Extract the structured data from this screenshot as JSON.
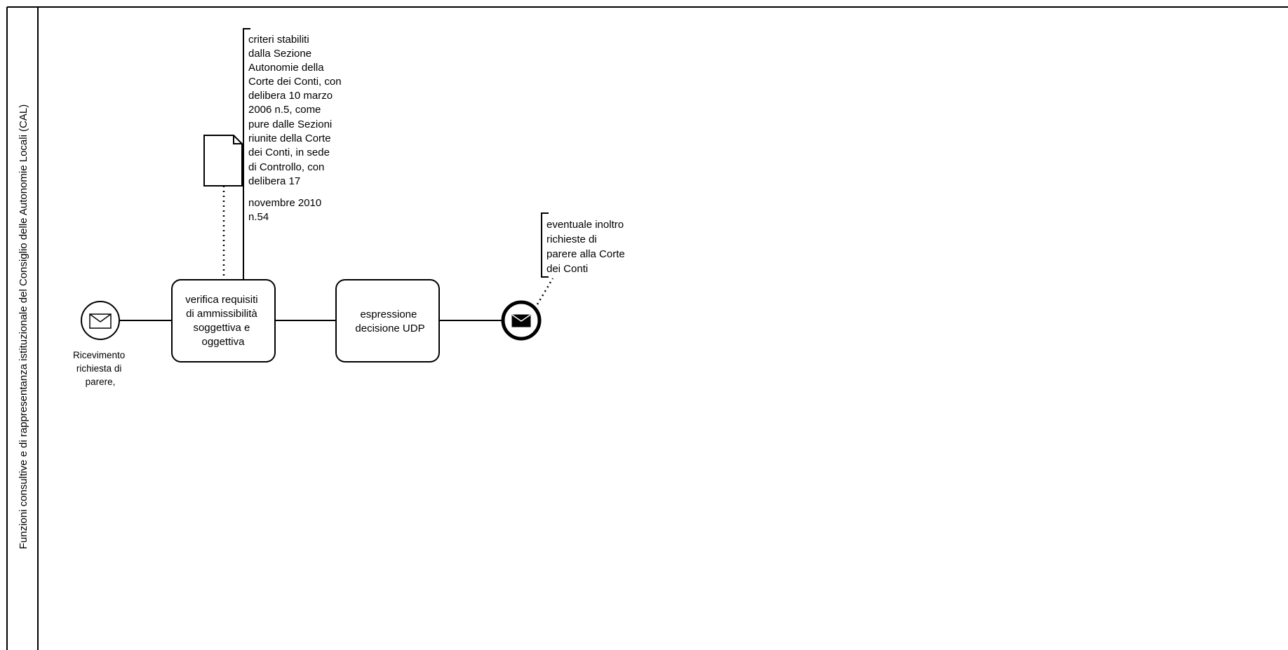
{
  "pool": {
    "lane_label": "Funzioni consultive e di rappresentanza istituzionale del Consiglio delle Autonomie Locali (CAL)"
  },
  "start_event": {
    "icon": "envelope-icon",
    "label_lines": [
      "Ricevimento",
      "richiesta di",
      "parere,"
    ]
  },
  "task_verifica": {
    "label_lines": [
      "verifica requisiti",
      "di ammissibilità",
      "soggettiva e",
      "oggettiva"
    ]
  },
  "task_espressione": {
    "label_lines": [
      "espressione",
      "decisione UDP"
    ]
  },
  "end_event": {
    "icon": "filled-envelope-icon"
  },
  "annotation_criteri": {
    "lines": [
      "criteri stabiliti",
      "dalla Sezione",
      "Autonomie della",
      "Corte dei Conti, con",
      "delibera 10 marzo",
      "2006 n.5, come",
      "pure dalle Sezioni",
      "riunite della Corte",
      "dei Conti, in sede",
      "di Controllo, con",
      "delibera 17",
      "novembre 2010",
      "n.54"
    ]
  },
  "annotation_inoltro": {
    "lines": [
      "eventuale inoltro",
      "richieste di",
      "parere alla Corte",
      "dei Conti"
    ]
  },
  "data_object": {
    "icon": "document-icon"
  }
}
